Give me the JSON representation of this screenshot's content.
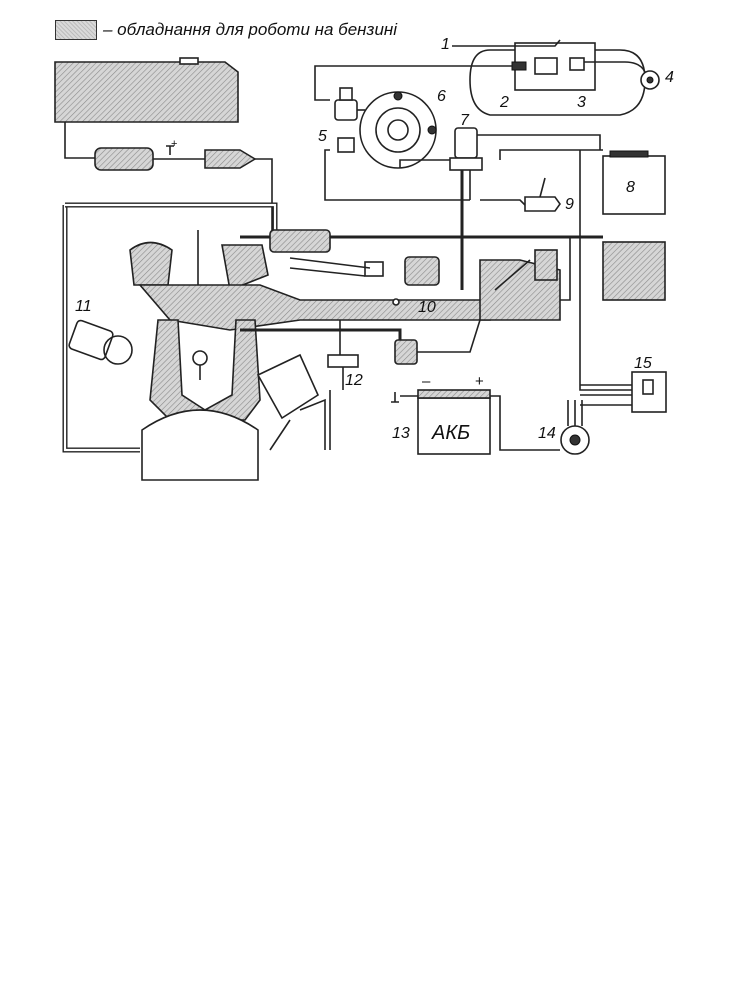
{
  "legend": {
    "swatch": "hatched-gray-swatch",
    "text": "– обладнання для роботи на бензині"
  },
  "labels": {
    "l1": "1",
    "l2": "2",
    "l3": "3",
    "l4": "4",
    "l5": "5",
    "l6": "6",
    "l7": "7",
    "l8": "8",
    "l9": "9",
    "l10": "10",
    "l11": "11",
    "l12": "12",
    "l13": "13",
    "l14": "14",
    "l15": "15",
    "battery": "АКБ",
    "minus": "–",
    "plus": "+",
    "ground": "+"
  },
  "colors": {
    "line": "#222222",
    "hatch": "#bdbdbd",
    "background": "#ffffff"
  }
}
